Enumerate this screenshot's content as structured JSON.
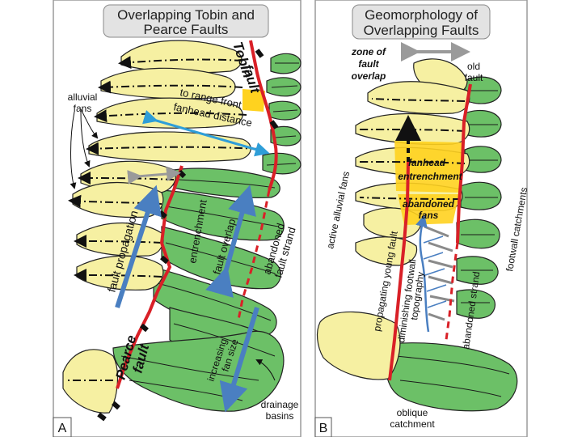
{
  "colors": {
    "fan": "#f6f0a2",
    "fan_edge": "#222222",
    "catchment": "#6cc067",
    "catchment_dark": "#3f9a3f",
    "fault": "#d92027",
    "blue": "#4a7fc1",
    "cyan": "#2f9ed8",
    "gray": "#9a9a9a",
    "yellow_patch": "#ffd21f",
    "title_box": "#e3e3e3"
  },
  "panel_a": {
    "letter": "A",
    "title_line1": "Overlapping Tobin and",
    "title_line2": "Pearce Faults",
    "labels": {
      "tobin_fault_1": "Tobin",
      "tobin_fault_2": "fault",
      "alluvial_fans_1": "alluvial",
      "alluvial_fans_2": "fans",
      "range_front_1": "to range front",
      "range_front_2": "fanhead distance",
      "entrenchment": "entrenchment",
      "fault_overlap": "fault overlap",
      "abandoned_1": "abandoned",
      "abandoned_2": "fault strand",
      "fault_propagation": "fault propagation",
      "increasing_1": "increasing",
      "increasing_2": "fan size",
      "pearce_1": "Pearce",
      "pearce_2": "fault",
      "drainage_1": "drainage",
      "drainage_2": "basins"
    }
  },
  "panel_b": {
    "letter": "B",
    "title_line1": "Geomorphology of",
    "title_line2": "Overlapping Faults",
    "labels": {
      "zone_1": "zone of",
      "zone_2": "fault",
      "zone_3": "overlap",
      "old_1": "old",
      "old_2": "fault",
      "fanhead_1": "fanhead",
      "fanhead_2": "entrenchment",
      "abandoned_fans_1": "abandoned",
      "abandoned_fans_2": "fans",
      "footwall_catchments": "footwall catchments",
      "active_fans": "active alluvial fans",
      "propagating": "propagating young fault",
      "diminishing_1": "diminishing footwall",
      "diminishing_2": "topography",
      "abandoned_strand": "abandoned strand",
      "oblique_1": "oblique",
      "oblique_2": "catchment"
    }
  }
}
